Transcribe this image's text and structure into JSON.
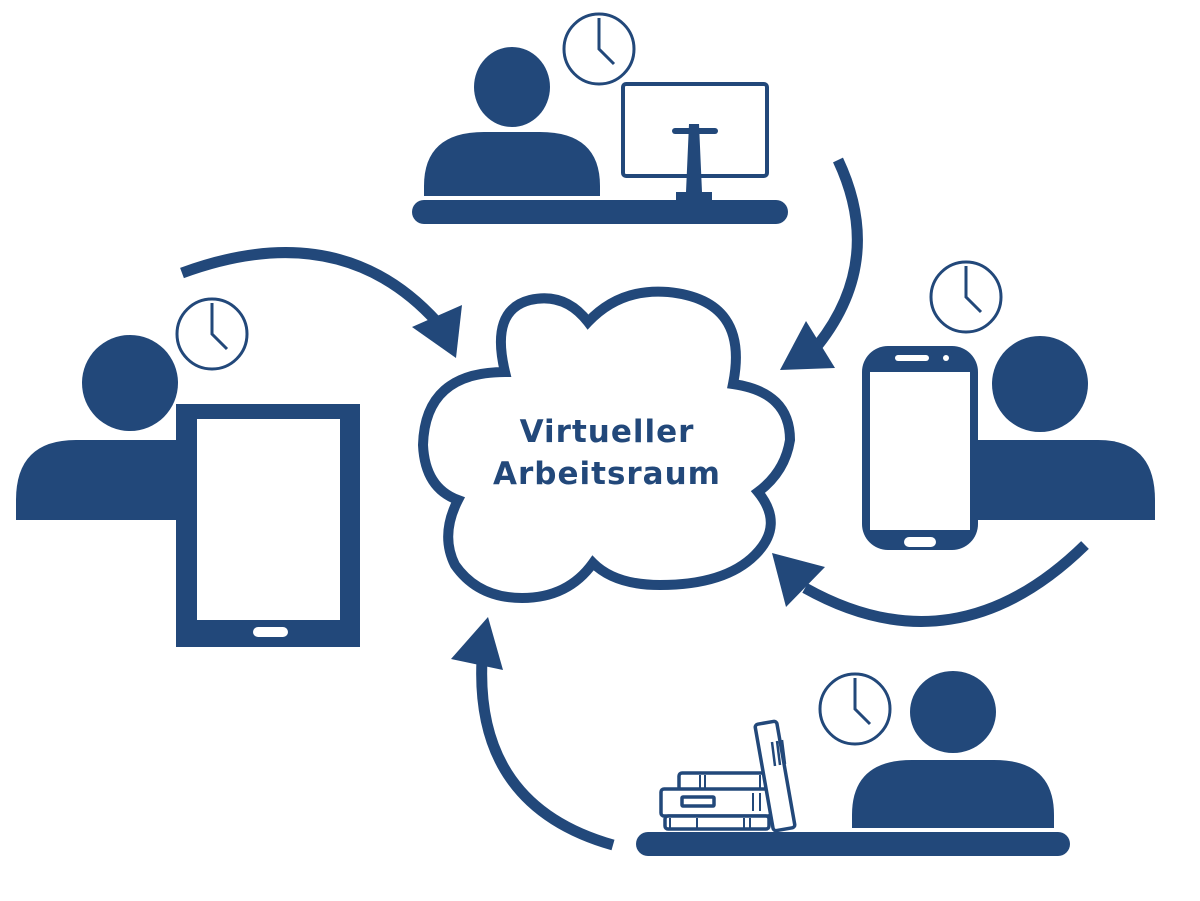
{
  "title": "Virtueller Arbeitsraum",
  "cloud": {
    "line1": "Virtueller",
    "line2": "Arbeitsraum"
  },
  "colors": {
    "primary": "#22487a",
    "background": "#ffffff"
  },
  "workers": [
    {
      "device": "desktop-computer",
      "icon": "clock-icon"
    },
    {
      "device": "smartphone",
      "icon": "clock-icon"
    },
    {
      "device": "tablet",
      "icon": "clock-icon"
    },
    {
      "device": "books",
      "icon": "clock-icon"
    }
  ]
}
